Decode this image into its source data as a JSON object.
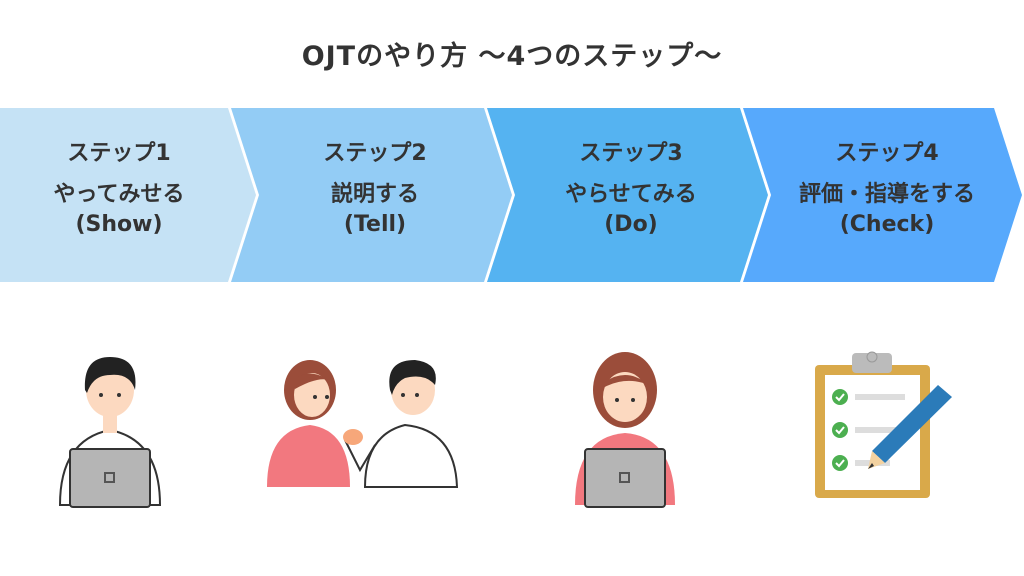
{
  "title": "OJTのやり方 〜4つのステップ〜",
  "colors": [
    "#c5e2f5",
    "#93ccf5",
    "#55b3f1",
    "#57a9fc"
  ],
  "steps": [
    {
      "number": "ステップ1",
      "action": "やってみせる",
      "english": "(Show)",
      "icon": "person-with-laptop-icon"
    },
    {
      "number": "ステップ2",
      "action": "説明する",
      "english": "(Tell)",
      "icon": "two-people-talking-icon"
    },
    {
      "number": "ステップ3",
      "action": "やらせてみる",
      "english": "(Do)",
      "icon": "woman-with-laptop-icon"
    },
    {
      "number": "ステップ4",
      "action": "評価・指導をする",
      "english": "(Check)",
      "icon": "clipboard-checklist-pencil-icon"
    }
  ]
}
